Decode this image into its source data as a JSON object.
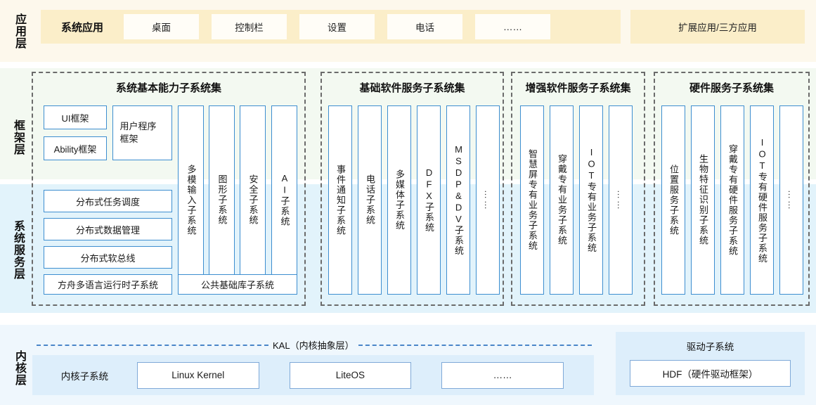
{
  "layers": {
    "app": "应用层",
    "framework": "框架层",
    "system_service": "系统服务层",
    "kernel": "内核层"
  },
  "app_layer": {
    "system_apps_title": "系统应用",
    "apps": [
      "桌面",
      "控制栏",
      "设置",
      "电话",
      "……"
    ],
    "extension_apps": "扩展应用/三方应用"
  },
  "framework_sections": [
    {
      "title": "系统基本能力子系统集",
      "fw_boxes": [
        "UI框架",
        "Ability框架"
      ],
      "fw_tall_box": "用户程序框架",
      "columns": [
        "多模输入子系统",
        "图形子系统",
        "安全子系统",
        "AI子系统"
      ],
      "ss_boxes": [
        "分布式任务调度",
        "分布式数据管理",
        "分布式软总线"
      ],
      "bottom_boxes": [
        "方舟多语言运行时子系统",
        "公共基础库子系统"
      ]
    },
    {
      "title": "基础软件服务子系统集",
      "columns": [
        "事件通知子系统",
        "电话子系统",
        "多媒体子系统",
        "DFX子系统",
        "MSDP&DV子系统",
        "……"
      ]
    },
    {
      "title": "增强软件服务子系统集",
      "columns": [
        "智慧屏专有业务子系统",
        "穿戴专有业务子系统",
        "IOT专有业务子系统",
        "……"
      ]
    },
    {
      "title": "硬件服务子系统集",
      "columns": [
        "位置服务子系统",
        "生物特征识别子系统",
        "穿戴专有硬件服务子系统",
        "IOT专有硬件服务子系统",
        "……"
      ]
    }
  ],
  "kernel_layer": {
    "kal_label": "KAL（内核抽象层）",
    "kernel_subsystem_title": "内核子系统",
    "kernels": [
      "Linux Kernel",
      "LiteOS",
      "……"
    ],
    "driver_subsystem_title": "驱动子系统",
    "driver_box": "HDF（硬件驱动框架）"
  },
  "colors": {
    "app_band": "#fdf8ec",
    "app_strip": "#fbeec9",
    "framework_band": "#f3f9f1",
    "service_band": "#e2f3fb",
    "kernel_band": "#eff7fd",
    "kernel_strip": "#ddeefb",
    "box_border": "#3d8ed0",
    "group_border": "#6b6b6b",
    "kal_dash": "#4a86c8"
  }
}
